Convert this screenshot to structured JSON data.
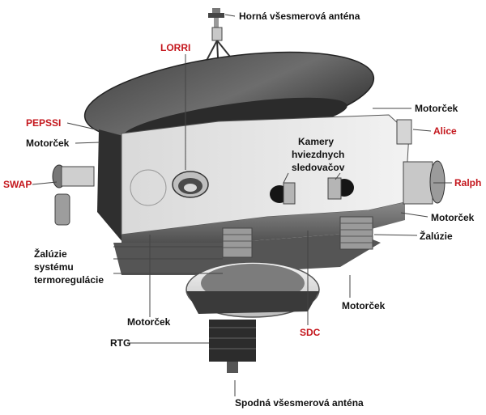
{
  "labels": {
    "horna_antena": "Horná všesmerová anténa",
    "lorri": "LORRI",
    "pepssi": "PEPSSI",
    "motorcek_left_top": "Motorček",
    "motorcek_right_top": "Motorček",
    "alice": "Alice",
    "kamery_line1": "Kamery",
    "kamery_line2": "hviezdnych",
    "kamery_line3": "sledovačov",
    "swap": "SWAP",
    "ralph": "Ralph",
    "motorcek_right_mid": "Motorček",
    "zaluzie_right": "Žalúzie",
    "zaluzie_left_line1": "Žalúzie",
    "zaluzie_left_line2": "systému",
    "zaluzie_left_line3": "termoregulácie",
    "motorcek_right_low": "Motorček",
    "motorcek_left_low": "Motorček",
    "sdc": "SDC",
    "rtg": "RTG",
    "spodna_antena": "Spodná všesmerová anténa"
  },
  "colors": {
    "highlight_label": "#c4161c",
    "normal_label": "#111111"
  }
}
